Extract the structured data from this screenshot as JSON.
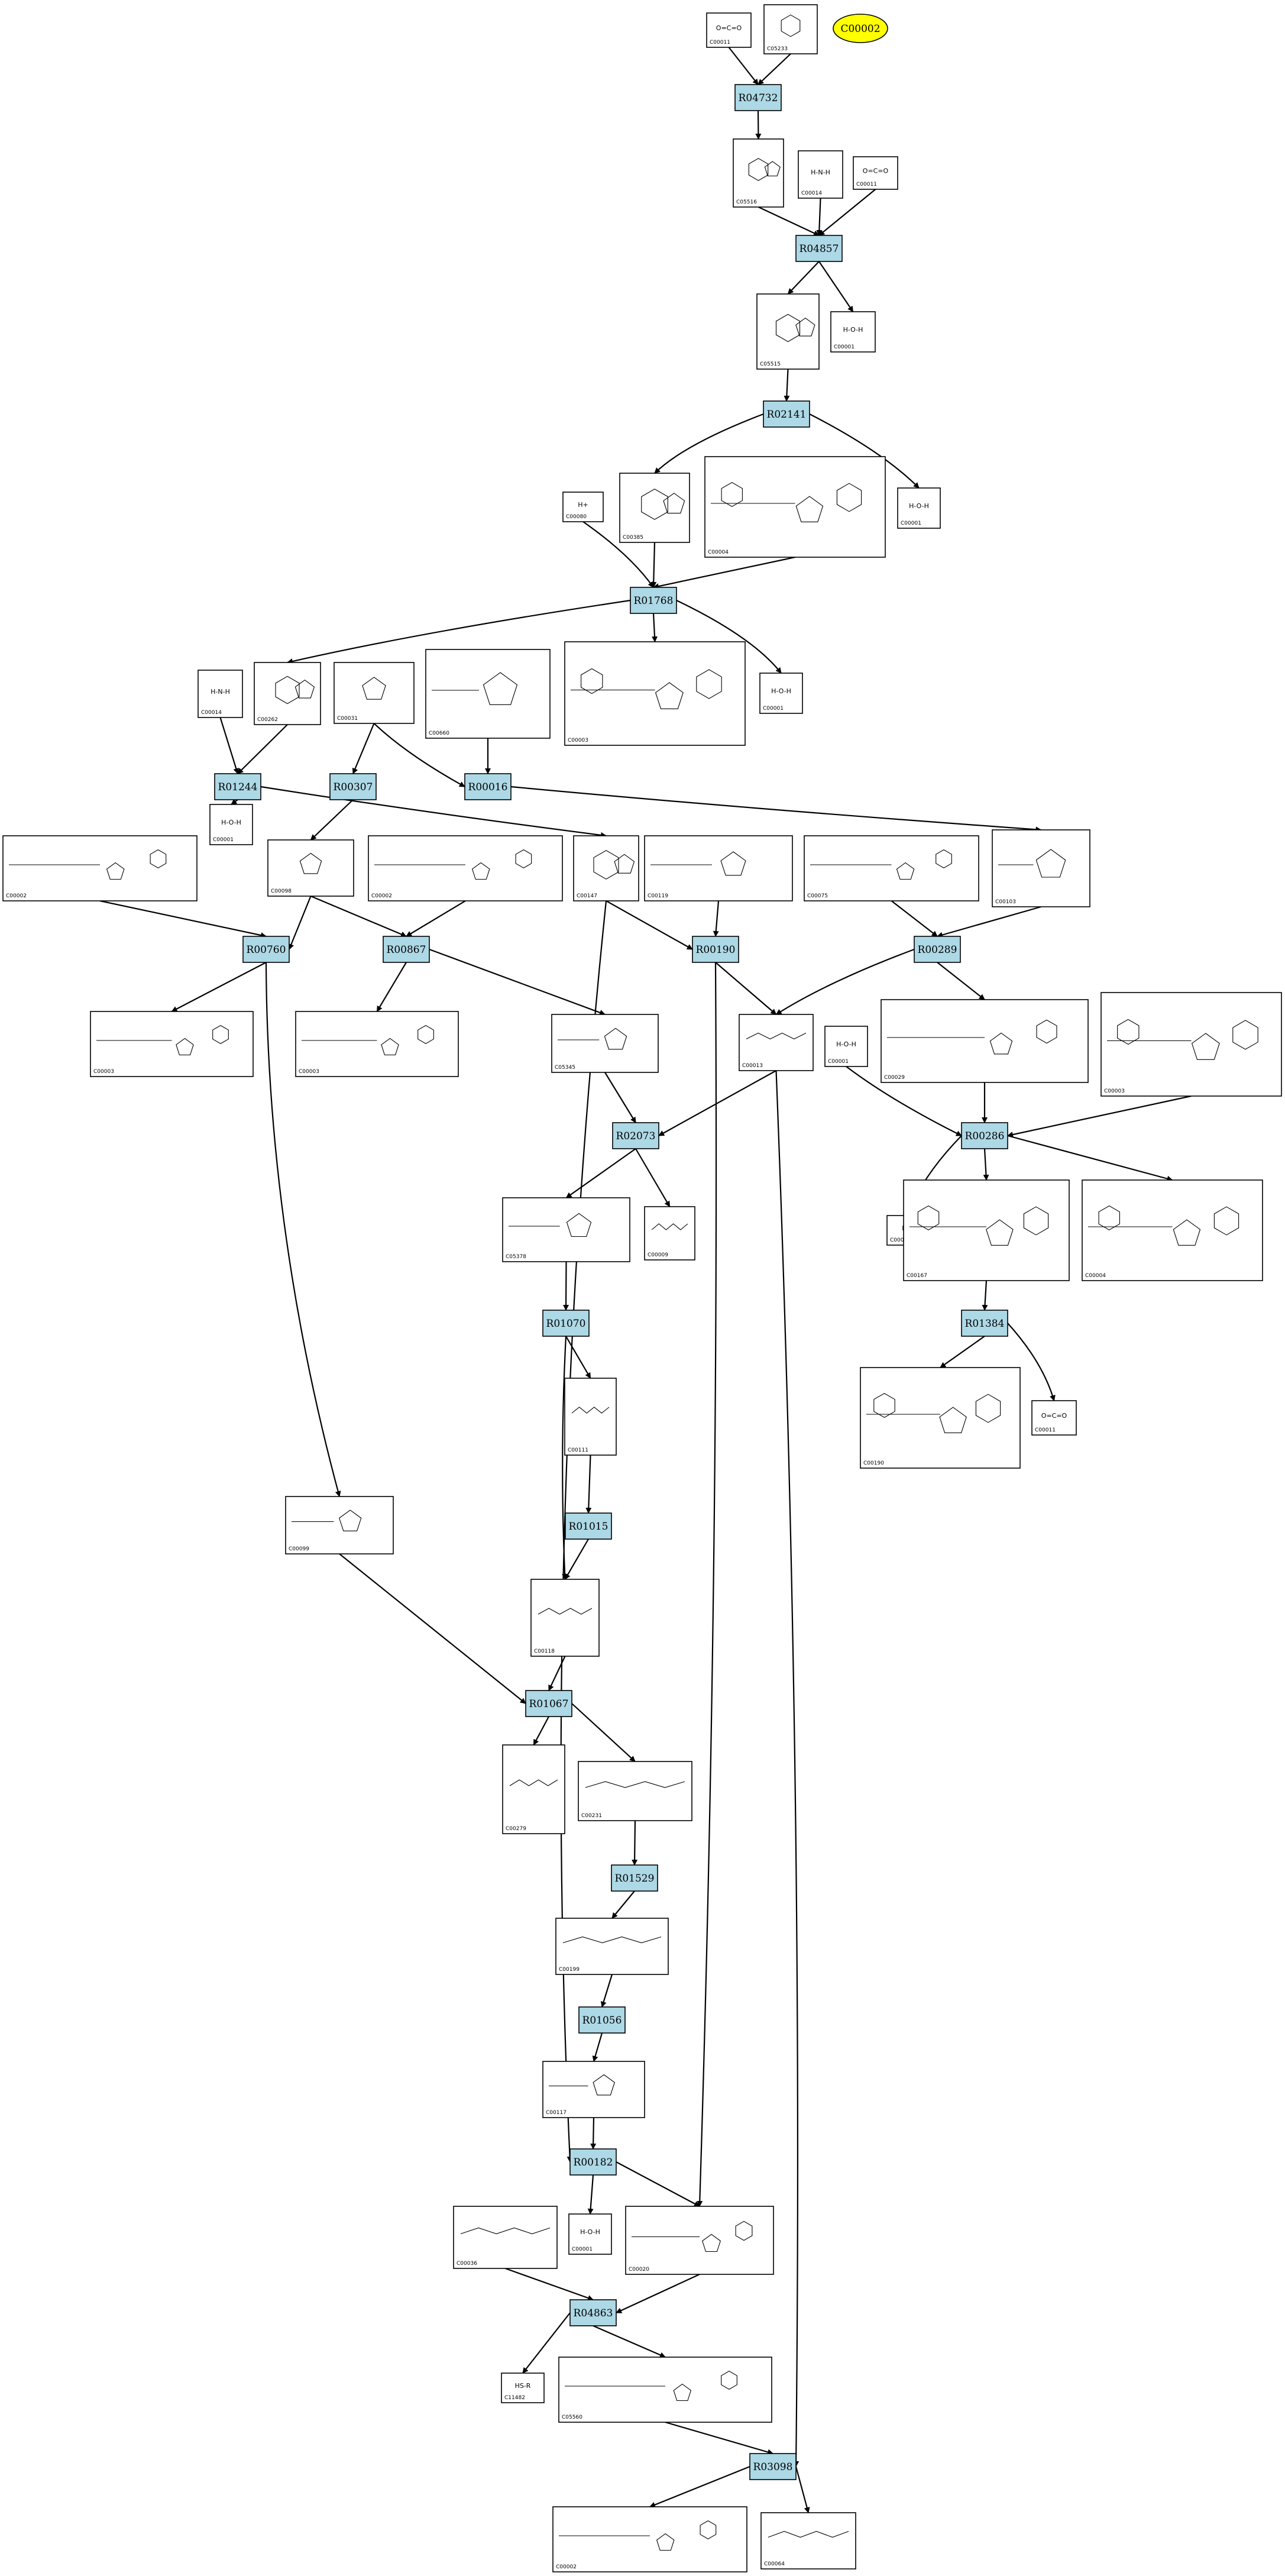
{
  "highlighted_compound": "C00002",
  "reactions": [
    {
      "id": "R04732"
    },
    {
      "id": "R04857"
    },
    {
      "id": "R02141"
    },
    {
      "id": "R01768"
    },
    {
      "id": "R01244"
    },
    {
      "id": "R00307"
    },
    {
      "id": "R00016"
    },
    {
      "id": "R00760"
    },
    {
      "id": "R00867"
    },
    {
      "id": "R00190"
    },
    {
      "id": "R00289"
    },
    {
      "id": "R00286"
    },
    {
      "id": "R02073"
    },
    {
      "id": "R01384"
    },
    {
      "id": "R01070"
    },
    {
      "id": "R01015"
    },
    {
      "id": "R01067"
    },
    {
      "id": "R01529"
    },
    {
      "id": "R01056"
    },
    {
      "id": "R00182"
    },
    {
      "id": "R04863"
    },
    {
      "id": "R03098"
    }
  ],
  "compounds": [
    {
      "key": "c00011_a",
      "id": "C00011",
      "label": "O=C=O"
    },
    {
      "key": "c05233",
      "id": "C05233",
      "label": ""
    },
    {
      "key": "c05516",
      "id": "C05516",
      "label": ""
    },
    {
      "key": "c00014_a",
      "id": "C00014",
      "label": "H-N-H"
    },
    {
      "key": "c00011_b",
      "id": "C00011",
      "label": "O=C=O"
    },
    {
      "key": "c05515",
      "id": "C05515",
      "label": ""
    },
    {
      "key": "c00001_a",
      "id": "C00001",
      "label": "H-O-H"
    },
    {
      "key": "c00080_a",
      "id": "C00080",
      "label": "H+"
    },
    {
      "key": "c00385",
      "id": "C00385",
      "label": ""
    },
    {
      "key": "c00004_a",
      "id": "C00004",
      "label": ""
    },
    {
      "key": "c00001_b",
      "id": "C00001",
      "label": "H-O-H"
    },
    {
      "key": "c00014_b",
      "id": "C00014",
      "label": "H-N-H"
    },
    {
      "key": "c00262",
      "id": "C00262",
      "label": ""
    },
    {
      "key": "c00031",
      "id": "C00031",
      "label": ""
    },
    {
      "key": "c00660",
      "id": "C00660",
      "label": ""
    },
    {
      "key": "c00003_a",
      "id": "C00003",
      "label": ""
    },
    {
      "key": "c00001_c",
      "id": "C00001",
      "label": "H-O-H"
    },
    {
      "key": "c00001_d",
      "id": "C00001",
      "label": "H-O-H"
    },
    {
      "key": "c00002_a",
      "id": "C00002",
      "label": ""
    },
    {
      "key": "c00098",
      "id": "C00098",
      "label": ""
    },
    {
      "key": "c00002_b",
      "id": "C00002",
      "label": ""
    },
    {
      "key": "c00147",
      "id": "C00147",
      "label": ""
    },
    {
      "key": "c00119",
      "id": "C00119",
      "label": ""
    },
    {
      "key": "c00075",
      "id": "C00075",
      "label": ""
    },
    {
      "key": "c00103",
      "id": "C00103",
      "label": ""
    },
    {
      "key": "c00003_b",
      "id": "C00003",
      "label": ""
    },
    {
      "key": "c00003_c",
      "id": "C00003",
      "label": ""
    },
    {
      "key": "c05345",
      "id": "C05345",
      "label": ""
    },
    {
      "key": "c00013",
      "id": "C00013",
      "label": ""
    },
    {
      "key": "c00001_e",
      "id": "C00001",
      "label": "H-O-H"
    },
    {
      "key": "c00029",
      "id": "C00029",
      "label": ""
    },
    {
      "key": "c00003_d",
      "id": "C00003",
      "label": ""
    },
    {
      "key": "c05378",
      "id": "C05378",
      "label": ""
    },
    {
      "key": "c00009",
      "id": "C00009",
      "label": ""
    },
    {
      "key": "c00080_b",
      "id": "C00080",
      "label": "H+"
    },
    {
      "key": "c00167",
      "id": "C00167",
      "label": ""
    },
    {
      "key": "c00004_b",
      "id": "C00004",
      "label": ""
    },
    {
      "key": "c00111",
      "id": "C00111",
      "label": ""
    },
    {
      "key": "c00190",
      "id": "C00190",
      "label": ""
    },
    {
      "key": "c00011_c",
      "id": "C00011",
      "label": "O=C=O"
    },
    {
      "key": "c00099",
      "id": "C00099",
      "label": ""
    },
    {
      "key": "c00118",
      "id": "C00118",
      "label": ""
    },
    {
      "key": "c00279",
      "id": "C00279",
      "label": ""
    },
    {
      "key": "c00231",
      "id": "C00231",
      "label": ""
    },
    {
      "key": "c00199",
      "id": "C00199",
      "label": ""
    },
    {
      "key": "c00117",
      "id": "C00117",
      "label": ""
    },
    {
      "key": "c00036",
      "id": "C00036",
      "label": ""
    },
    {
      "key": "c00001_f",
      "id": "C00001",
      "label": "H-O-H"
    },
    {
      "key": "c00020",
      "id": "C00020",
      "label": ""
    },
    {
      "key": "c11482",
      "id": "C11482",
      "label": "HS-R"
    },
    {
      "key": "c05560",
      "id": "C05560",
      "label": ""
    },
    {
      "key": "c00002_c",
      "id": "C00002",
      "label": ""
    },
    {
      "key": "c00064",
      "id": "C00064",
      "label": ""
    }
  ]
}
